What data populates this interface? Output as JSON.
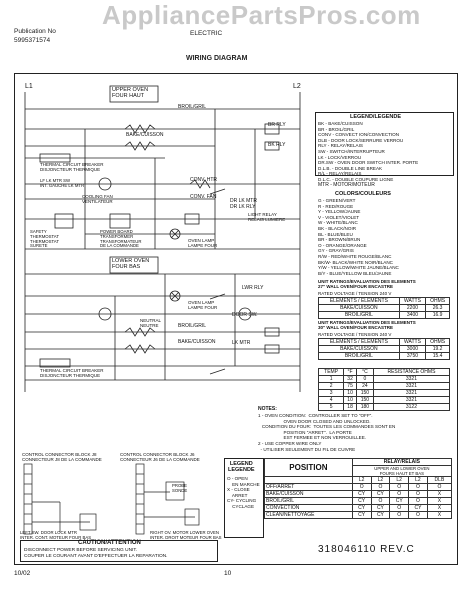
{
  "watermark": "AppliancePartsPros.com",
  "header": {
    "pub_label": "Publication No",
    "pub_no": "5995371574",
    "model_label": "ELECTRIC",
    "title": "WIRING DIAGRAM"
  },
  "diagram": {
    "l1": "L1",
    "l2": "L2",
    "upper_oven": "UPPER OVEN\nFOUR HAUT",
    "lower_oven": "LOWER OVEN\nFOUR BAS",
    "broil_gril_top": "BROIL/GRIL",
    "bake_cuisson_top": "BAKE/CUISSON",
    "broil_gril_bot": "BROIL/GRIL",
    "bake_cuisson_bot": "BAKE/CUISSON",
    "thermal_breaker": "THERMAL CIRCUIT BREAKER\nDISJONCTEUR THERMIQUE",
    "thermal_breaker2": "THERMAL CIRCUIT BREAKER\nDISJONCTEUR THERMIQUE",
    "cooling_fan": "COOLING FAN\nVENTILATEUR",
    "power_board": "POWER BOARD\nTRANSFORMER\nTRANSFORMATEUR\nDE LA COMMANDE",
    "safety_thermostat": "SAFETY\nTHERMOSTAT\nTHERMOSTAT\nSURETE",
    "oven_lamp_top": "OVEN LAMP\nLAMPE FOUR",
    "light_relay": "LIGHT RELAY\nRELAIS LUMIERE",
    "oven_lamp_bot": "OVEN LAMP\nLAMPE FOUR",
    "neutral": "NEUTRAL\nNEUTRE",
    "conv_htr": "CONV. HTR",
    "conv_fan": "CONV. FAN",
    "dr_lk_mtr": "DR LK MTR",
    "dr_lk_rly": "DR LK RLY",
    "lk_mtr": "LK MTR",
    "door_sw": "DOOR SW.",
    "lf_lk_mtr": "LF LK MTR SW\nINT. GAUCHE LK MTR",
    "br_rly": "BR RLY",
    "bk_rly": "BK RLY",
    "lwr_rly": "LWR RLY",
    "upper_ctrl_label": "CONTROL CONNECTOR BLOCK J8\nCONNECTEUR J8 DE LA COMMANDE",
    "lower_ctrl_label": "CONTROL CONNECTOR BLOCK J6\nCONNECTEUR J6 DE LA COMMANDE",
    "probe_label": "PROBE\nSONDE",
    "right_sw": "RIGHT OV. MOTOR LOWER OVEN\nINTER. DROIT MOTEUR FOUR BAS",
    "left_sw": "LEFT SW. DOOR LOCK MTR\nINTER. CONT. MOTEUR FOUR BAS"
  },
  "legend": {
    "title": "LEGEND/LEGENDE",
    "items": [
      "BK     - BAKE/CUISSON",
      "BR     - BROIL/GRIL",
      "CONV   - CONVECT ION/CONVECTION",
      "DLB    - DOOR LOCK/SERRURE VERROU",
      "RLY    - RELAY/RELAIS",
      "SW     - SWITCH/INTERRUPTEUR",
      "LK     - LOCK/VERROU",
      "DR.SW  - OVEN DOOR SWITCH INTER. PORTE",
      "D.L.B. - DOUBLE LINE BREAK",
      "R/L    - RELAY/RELAIS",
      "D.L.C. - DOUBLE COUPURE LIGNE",
      "MTR    - MOTOR/MOTEUR"
    ],
    "colors_title": "COLORS/COULEURS",
    "colors": [
      "G   - GREEN/VERT",
      "R   - RED/ROUGE",
      "Y   - YELLOW/JAUNE",
      "V   - VIOLET/VIOLET",
      "W   - WHITE/BLANC",
      "BK  - BLACK/NOIR",
      "BL  - BLUE/BLEU",
      "BR  - BROWN/BRUN",
      "O   - ORANGE/ORANGE",
      "GY  - GRAY/GRIS",
      "R/W - RED/WHITE ROUGE/BLANC",
      "BK/W- BLACK/WHITE NOIR/BLANC",
      "Y/W - YELLOW/WHITE JAUNE/BLANC",
      "B/Y - BLUE/YELLOW BLEU/JAUNE"
    ],
    "rating27_title": "UNIT RATINGS/EVALUATION DES ELEMENTS\n27\" WALL OVEN/FOUR ENCASTRE",
    "rated_voltage": "RATED VOLTAGE / TENSION 240 V",
    "rating27_head": [
      "ELEMENTS / ELEMENTS",
      "WATTS",
      "OHMS"
    ],
    "rating27_rows": [
      [
        "BAKE/CUISSON",
        "2200",
        "26.3"
      ],
      [
        "BROIL/GRIL",
        "3400",
        "16.9"
      ]
    ],
    "rating30_title": "UNIT RATINGS/EVALUATION DES ELEMENTS\n30\" WALL OVEN/FOUR ENCASTRE",
    "rated_voltage30": "RATED VOLTAGE / TENSION 240 V",
    "rating30_rows": [
      [
        "BAKE/CUISSON",
        "3000",
        "19.2"
      ],
      [
        "BROIL/GRIL",
        "3750",
        "15.4"
      ]
    ],
    "probe_head": [
      "TEMP",
      "°F",
      "°C",
      "RESISTANCE OHMS"
    ],
    "probe_rows": [
      [
        "1",
        "32",
        "0",
        "3321"
      ],
      [
        "2",
        "75",
        "24",
        "3321"
      ],
      [
        "3",
        "10",
        "150",
        "3321"
      ],
      [
        "4",
        "10",
        "150",
        "3321"
      ],
      [
        "5",
        "18",
        "180",
        "3122"
      ]
    ],
    "notes_title": "NOTES:",
    "notes": [
      "1 - OVEN CONDITION:  CONTROLLER SET TO \"OFF\".",
      "                    OVEN DOOR CLOSED AND UNLOCKED.",
      "   CONDITION DU FOUR:  TOUTES LES COMMANDES SONT EN",
      "                    POSITION \"ARRET\".  LA PORTE",
      "                    EST FERMEE ET NON VERROUILLEE.",
      "2 - USE COPPER WIRE ONLY",
      "  - UTILISER SEULEMENT DU FIL DE CUIVRE"
    ]
  },
  "bottom_legend": {
    "title": "LEGEND\nLEGENDE",
    "rows": [
      "O - OPEN",
      "    EN MARCHE",
      "X - CLOSE",
      "    ARRET",
      "CY- CYCLING",
      "    CYCLAGE"
    ]
  },
  "relay_table": {
    "title": "RELAY/RELAIS",
    "subtitle": "UPPER AND LOWER OVEN\nFOURS HAUT ET BAS",
    "position": "POSITION",
    "cols": [
      "L2",
      "L2",
      "L2",
      "L2",
      "DLB"
    ],
    "rows": [
      [
        "OFF/ARRET",
        "O",
        "O",
        "O",
        "O",
        "O"
      ],
      [
        "BAKE/CUISSON",
        "CY",
        "CY",
        "O",
        "O",
        "X"
      ],
      [
        "BROIL/GRIL",
        "CY",
        "O",
        "CY",
        "O",
        "X"
      ],
      [
        "CONVECTION",
        "CY",
        "CY",
        "O",
        "CY",
        "X"
      ],
      [
        "CLEAN/NETTOYAGE",
        "CY",
        "CY",
        "O",
        "O",
        "X"
      ]
    ]
  },
  "caution": {
    "title": "CAUTION/ATTENTION",
    "line1": "DISCONNECT POWER BEFORE SERVICING UNIT.",
    "line2": "COUPER LE COURANT AVANT D'EFFECTUER LA REPARATION."
  },
  "part_no": "318046110 REV.C",
  "footer_date": "10/02",
  "page_no": "10"
}
